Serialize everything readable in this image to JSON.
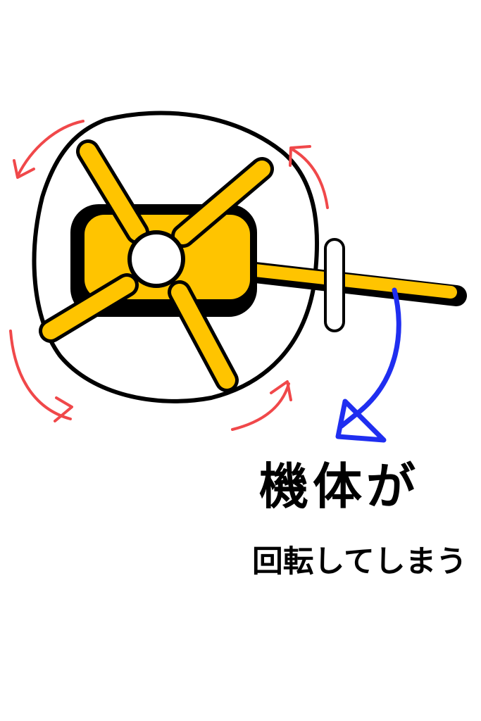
{
  "caption": {
    "line1": "機体が",
    "line2": "回転してしまう"
  },
  "colors": {
    "body": "#FFC400",
    "outline": "#000000",
    "rotation_arrows": "#F0484A",
    "torque_arrow": "#1F2EF0"
  },
  "icons": [
    "helicopter-top-view",
    "rotation-arrow",
    "torque-arrow"
  ]
}
